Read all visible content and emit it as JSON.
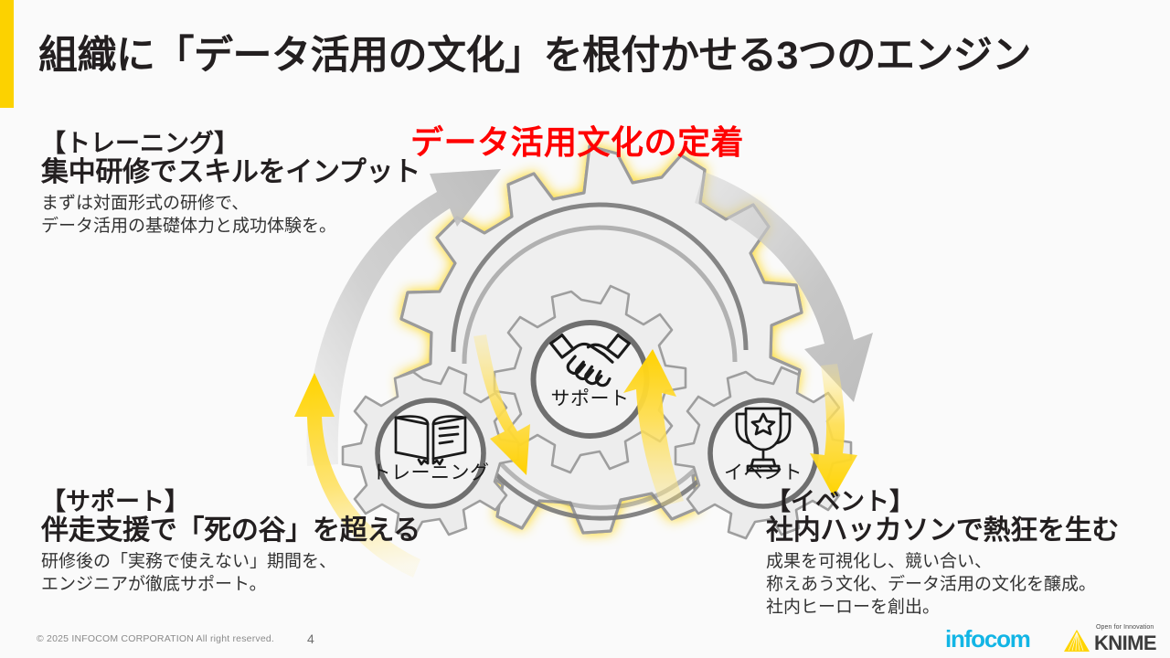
{
  "slide": {
    "title": "組織に「データ活用の文化」を根付かせる3つのエンジン",
    "accent_color": "#FCD200",
    "background_color": "#FAFAFA"
  },
  "center_headline": {
    "text": "データ活用文化の定着",
    "color": "#FF0000"
  },
  "gears": [
    {
      "id": "training",
      "label": "トレーニング",
      "icon": "open-book-icon"
    },
    {
      "id": "support",
      "label": "サポート",
      "icon": "handshake-icon"
    },
    {
      "id": "event",
      "label": "イベント",
      "icon": "trophy-icon"
    }
  ],
  "blocks": {
    "training": {
      "bracket": "【トレーニング】",
      "head": "集中研修でスキルをインプット",
      "sub_line1": "まずは対面形式の研修で、",
      "sub_line2": "データ活用の基礎体力と成功体験を。"
    },
    "support": {
      "bracket": "【サポート】",
      "head": "伴走支援で「死の谷」を超える",
      "sub_line1": "研修後の「実務で使えない」期間を、",
      "sub_line2": "エンジニアが徹底サポート。"
    },
    "event": {
      "bracket": "【イベント】",
      "head": "社内ハッカソンで熱狂を生む",
      "sub_line1": "成果を可視化し、競い合い、",
      "sub_line2": "称えあう文化、データ活用の文化を醸成。",
      "sub_line3": "社内ヒーローを創出。"
    }
  },
  "footer": {
    "copyright": "© 2025 INFOCOM CORPORATION All right reserved.",
    "page_number": "4",
    "logo_infocom": "infocom",
    "logo_knime": "KNIME",
    "logo_knime_tagline": "Open for Innovation",
    "infocom_color": "#12B5E5",
    "knime_color": "#FFD500"
  }
}
